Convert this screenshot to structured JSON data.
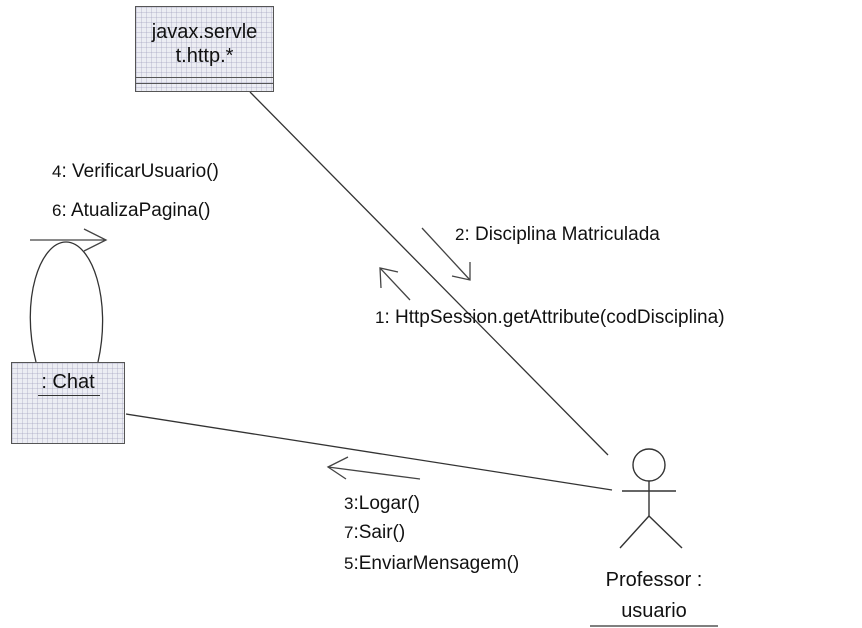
{
  "objects": {
    "servlet": {
      "line1": "javax.servle",
      "line2": "t.http.*"
    },
    "chat": {
      "label": ": Chat"
    }
  },
  "actor": {
    "line1": "Professor :",
    "line2": "usuario"
  },
  "messages": {
    "m4": {
      "num": "4",
      "text": "VerificarUsuario()"
    },
    "m6": {
      "num": "6",
      "text": "AtualizaPagina()"
    },
    "m2": {
      "num": "2",
      "text": "Disciplina Matriculada"
    },
    "m1": {
      "num": "1",
      "text": "HttpSession.getAttribute(codDisciplina)"
    },
    "m3": {
      "num": "3",
      "text": "Logar()"
    },
    "m7": {
      "num": "7",
      "text": "Sair()"
    },
    "m5": {
      "num": "5",
      "text": "EnviarMensagem()"
    }
  }
}
